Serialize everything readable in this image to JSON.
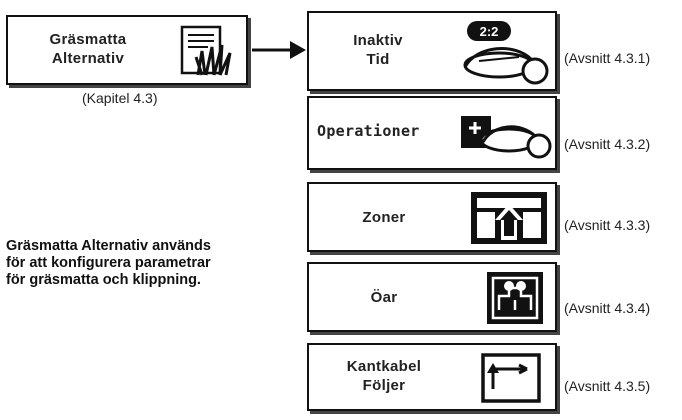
{
  "main": {
    "title_line1": "Gräsmatta",
    "title_line2": "Alternativ",
    "chapter": "(Kapitel 4.3)"
  },
  "description": [
    "Gräsmatta Alternativ används",
    "för att konfigurera parametrar",
    "för gräsmatta och klippning."
  ],
  "options": [
    {
      "line1": "Inaktiv",
      "line2": "Tid",
      "section": "(Avsnitt 4.3.1)",
      "icon": "mower-clock-icon",
      "badge": "2:2"
    },
    {
      "line1": "Operationer",
      "line2": "",
      "section": "(Avsnitt 4.3.2)",
      "icon": "mower-operations-icon"
    },
    {
      "line1": "Zoner",
      "line2": "",
      "section": "(Avsnitt 4.3.3)",
      "icon": "zones-house-icon"
    },
    {
      "line1": "Öar",
      "line2": "",
      "section": "(Avsnitt 4.3.4)",
      "icon": "islands-icon"
    },
    {
      "line1": "Kantkabel",
      "line2": "Följer",
      "section": "(Avsnitt 4.3.5)",
      "icon": "edge-wire-icon"
    }
  ]
}
